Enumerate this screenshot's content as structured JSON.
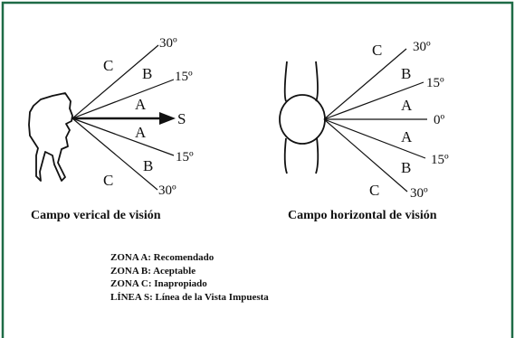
{
  "colors": {
    "border": "#1e6b46",
    "ink": "#111111",
    "background": "#ffffff"
  },
  "vertical": {
    "caption": "Campo verical de visión",
    "sight_label": "S",
    "zones": [
      "A",
      "B",
      "C",
      "A",
      "B",
      "C"
    ],
    "angles": [
      "30º",
      "15º",
      "15º",
      "30º"
    ]
  },
  "horizontal": {
    "caption": "Campo horizontal de visión",
    "zones": [
      "C",
      "B",
      "A",
      "A",
      "B",
      "C"
    ],
    "angles": [
      "30º",
      "15º",
      "0º",
      "15º",
      "30º"
    ]
  },
  "legend": [
    "ZONA A: Recomendado",
    "ZONA B: Aceptable",
    "ZONA C: Inapropiado",
    "LÍNEA S: Línea de la Vista Impuesta"
  ]
}
